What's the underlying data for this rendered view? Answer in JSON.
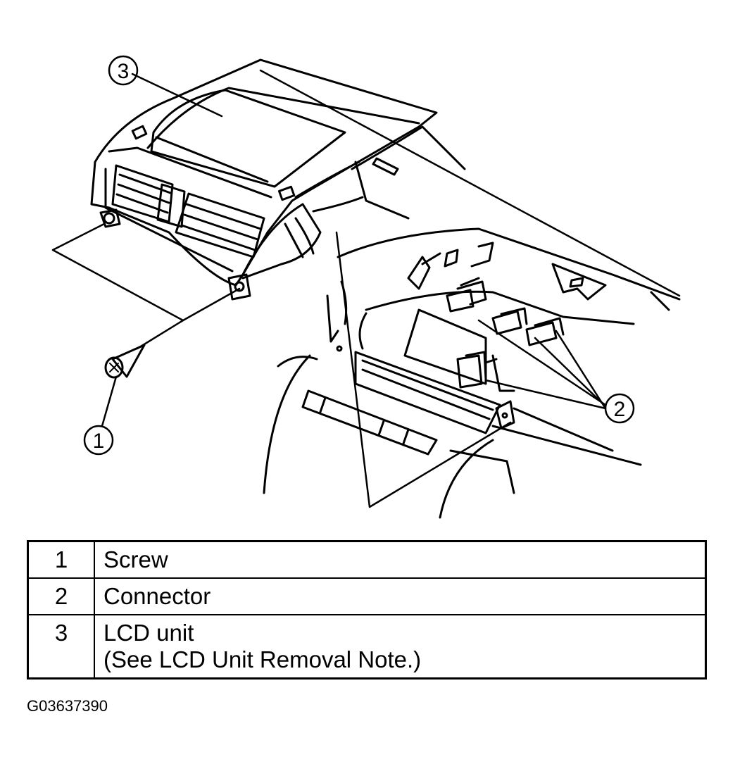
{
  "callouts": {
    "screw": "1",
    "connector": "2",
    "lcd_unit": "3"
  },
  "legend": [
    {
      "num": "1",
      "label": "Screw",
      "note": ""
    },
    {
      "num": "2",
      "label": "Connector",
      "note": ""
    },
    {
      "num": "3",
      "label": "LCD unit",
      "note": "(See LCD Unit Removal Note.)"
    }
  ],
  "figure_id": "G03637390"
}
